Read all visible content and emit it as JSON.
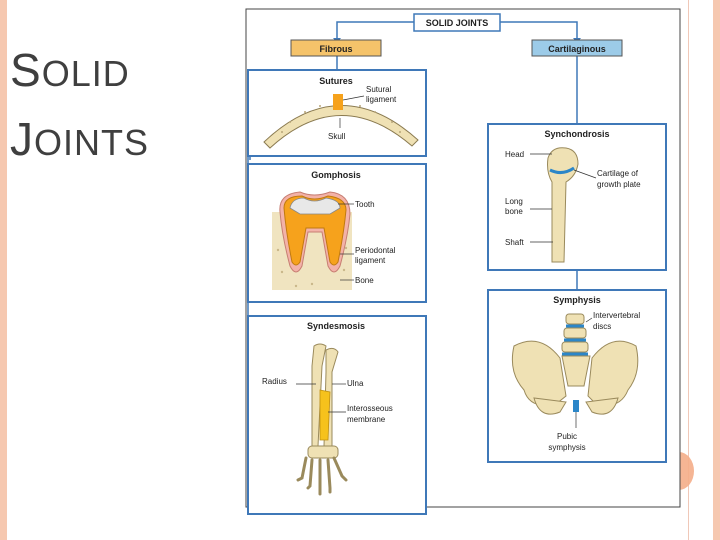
{
  "slide": {
    "title_cap_1": "S",
    "title_rest_1": "OLID",
    "title_cap_2": "J",
    "title_rest_2": "OINTS"
  },
  "colors": {
    "accent_bar": "#f6c8b0",
    "accent_circle": "#f4ad88",
    "panel_border": "#3f78b8",
    "fibrous_fill": "#f5c36a",
    "cartilaginous_fill": "#9ccbe8",
    "bone": "#efe1b4",
    "cartilage_blue": "#2b86c8"
  },
  "diagram": {
    "root": "SOLID JOINTS",
    "fibrous": "Fibrous",
    "cartilaginous": "Cartilaginous",
    "sutures": {
      "title": "Sutures",
      "label_sutural_1": "Sutural",
      "label_sutural_2": "ligament",
      "label_skull": "Skull"
    },
    "gomphosis": {
      "title": "Gomphosis",
      "label_tooth": "Tooth",
      "label_periodontal_1": "Periodontal",
      "label_periodontal_2": "ligament",
      "label_bone": "Bone"
    },
    "syndesmosis": {
      "title": "Syndesmosis",
      "label_radius": "Radius",
      "label_ulna": "Ulna",
      "label_interosseous_1": "Interosseous",
      "label_interosseous_2": "membrane"
    },
    "synchondrosis": {
      "title": "Synchondrosis",
      "label_head": "Head",
      "label_cartilage_1": "Cartilage of",
      "label_cartilage_2": "growth plate",
      "label_long_1": "Long",
      "label_long_2": "bone",
      "label_shaft": "Shaft"
    },
    "symphysis": {
      "title": "Symphysis",
      "label_discs_1": "Intervertebral",
      "label_discs_2": "discs",
      "label_pubic_1": "Pubic",
      "label_pubic_2": "symphysis"
    }
  }
}
